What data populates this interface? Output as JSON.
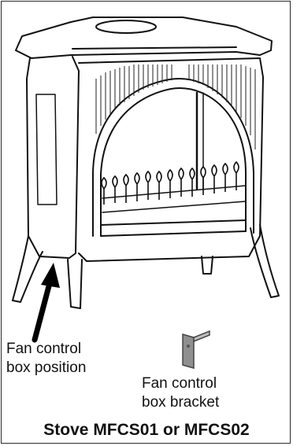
{
  "figure": {
    "caption": "Stove MFCS01 or MFCS02",
    "labels": {
      "position_line1": "Fan control",
      "position_line2": "box position",
      "bracket_line1": "Fan control",
      "bracket_line2": "box bracket"
    },
    "icons": {
      "stove": "stove-illustration",
      "arrow": "arrow-up-icon",
      "bracket": "l-bracket-icon"
    },
    "colors": {
      "ink": "#111111",
      "bracket_fill": "#9a9a9a"
    }
  }
}
